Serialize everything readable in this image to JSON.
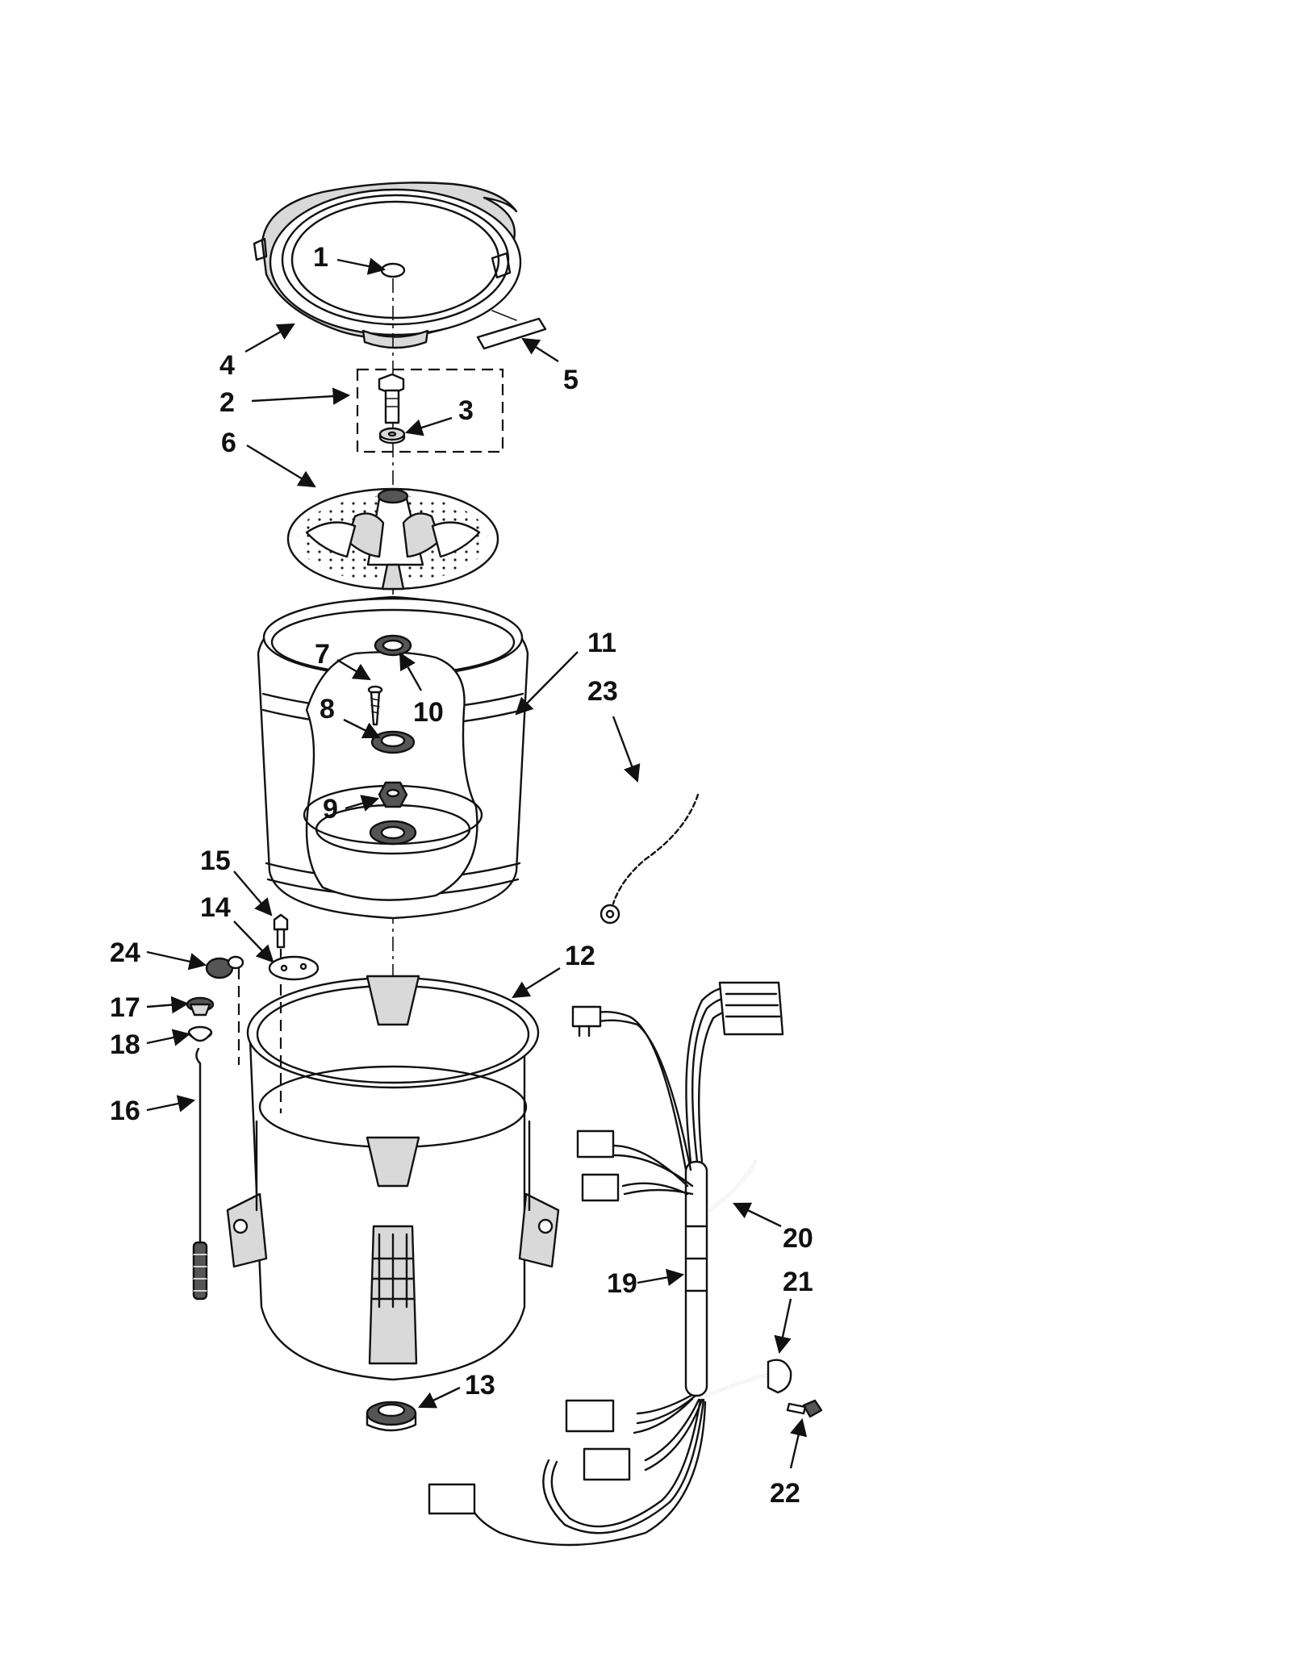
{
  "diagram": {
    "callouts": [
      {
        "id": "c1",
        "label": "1"
      },
      {
        "id": "c2",
        "label": "2"
      },
      {
        "id": "c3",
        "label": "3"
      },
      {
        "id": "c4",
        "label": "4"
      },
      {
        "id": "c5",
        "label": "5"
      },
      {
        "id": "c6",
        "label": "6"
      },
      {
        "id": "c7",
        "label": "7"
      },
      {
        "id": "c8",
        "label": "8"
      },
      {
        "id": "c9",
        "label": "9"
      },
      {
        "id": "c10",
        "label": "10"
      },
      {
        "id": "c11",
        "label": "11"
      },
      {
        "id": "c12",
        "label": "12"
      },
      {
        "id": "c13",
        "label": "13"
      },
      {
        "id": "c14",
        "label": "14"
      },
      {
        "id": "c15",
        "label": "15"
      },
      {
        "id": "c16",
        "label": "16"
      },
      {
        "id": "c17",
        "label": "17"
      },
      {
        "id": "c18",
        "label": "18"
      },
      {
        "id": "c19",
        "label": "19"
      },
      {
        "id": "c20",
        "label": "20"
      },
      {
        "id": "c21",
        "label": "21"
      },
      {
        "id": "c22",
        "label": "22"
      },
      {
        "id": "c23",
        "label": "23"
      },
      {
        "id": "c24",
        "label": "24"
      }
    ]
  }
}
